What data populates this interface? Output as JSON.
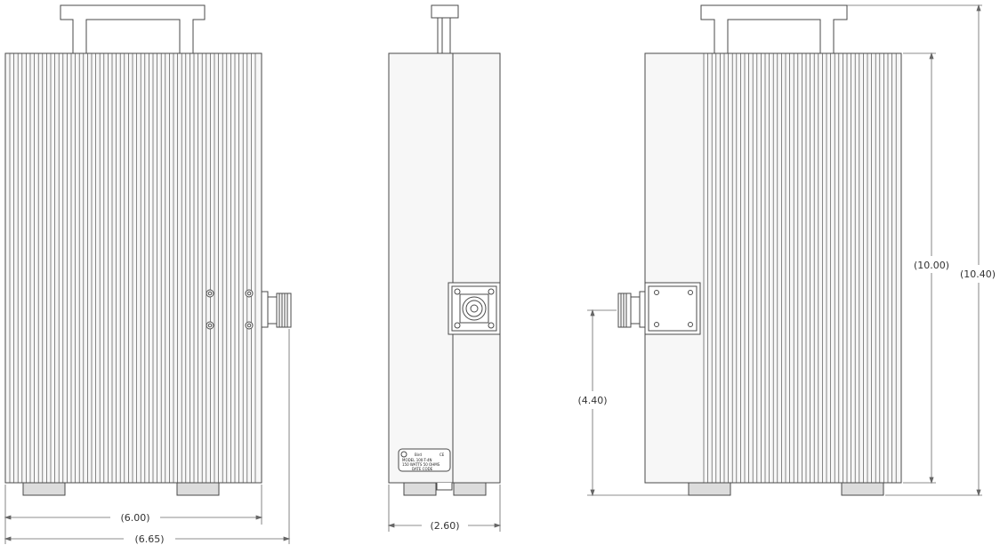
{
  "dimensions": {
    "width_inner": "(6.00)",
    "width_overall": "(6.65)",
    "depth": "(2.60)",
    "height_body": "(10.00)",
    "height_overall": "(10.40)",
    "connector_height": "(4.40)"
  },
  "nameplate": {
    "brand": "Bird",
    "mark": "CE",
    "line1": "MODEL  100-T-4N",
    "line2": "150 WATTS  50 OHMS",
    "line3": "DATE CODE"
  },
  "colors": {
    "line": "#4a4a4a",
    "fill": "#f7f7f7",
    "foot": "#dcdcdc"
  }
}
